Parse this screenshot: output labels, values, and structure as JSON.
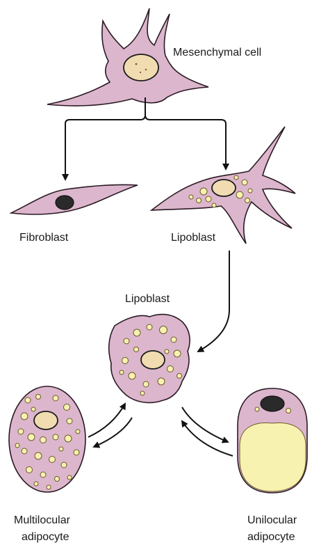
{
  "labels": {
    "mesenchymal": "Mesenchymal cell",
    "fibroblast": "Fibroblast",
    "lipoblast_top": "Lipoblast",
    "lipoblast_mid": "Lipoblast",
    "multilocular_line1": "Multilocular",
    "multilocular_line2": "adipocyte",
    "unilocular_line1": "Unilocular",
    "unilocular_line2": "adipocyte"
  },
  "colors": {
    "cytoplasm": "#dcb6cc",
    "lipid": "#f7f2b0",
    "nucleus": "#f0dcb0"
  }
}
